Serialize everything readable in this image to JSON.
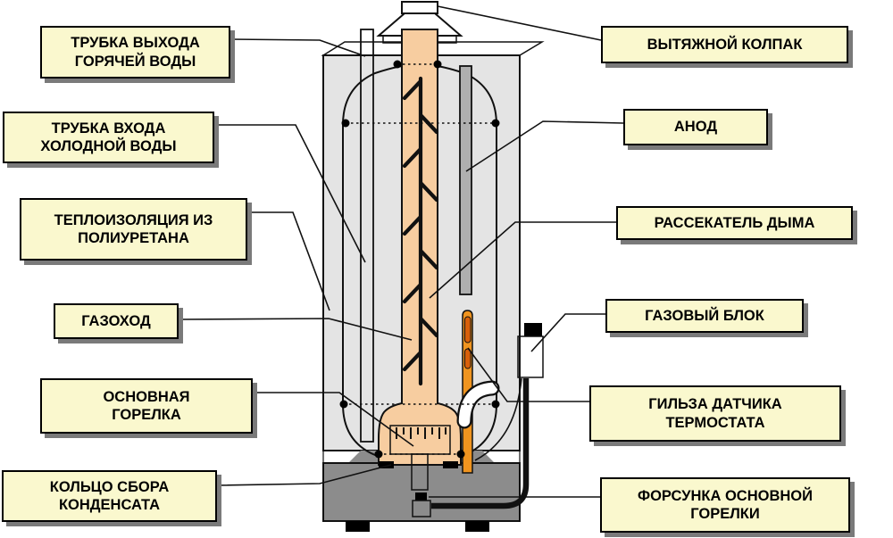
{
  "labels": {
    "hot_water_outlet": "ТРУБКА ВЫХОДА\nГОРЯЧЕЙ ВОДЫ",
    "cold_water_inlet": "ТРУБКА ВХОДА\nХОЛОДНОЙ ВОДЫ",
    "insulation": "ТЕПЛОИЗОЛЯЦИЯ ИЗ\nПОЛИУРЕТАНА",
    "flue_duct": "ГАЗОХОД",
    "main_burner": "ОСНОВНАЯ\nГОРЕЛКА",
    "condensate_ring": "КОЛЬЦО СБОРА\nКОНДЕНСАТА",
    "exhaust_hood": "ВЫТЯЖНОЙ КОЛПАК",
    "anode": "АНОД",
    "smoke_diffuser": "РАССЕКАТЕЛЬ ДЫМА",
    "gas_unit": "ГАЗОВЫЙ БЛОК",
    "thermostat_sleeve": "ГИЛЬЗА ДАТЧИКА\nТЕРМОСТАТА",
    "burner_nozzle": "ФОРСУНКА ОСНОВНОЙ\nГОРЕЛКИ"
  },
  "colors": {
    "label_bg": "#faf8ce",
    "label_border": "#000000",
    "label_shadow": "#7a7a7a",
    "casing": "#e4e4e4",
    "base": "#8c8c8c",
    "flue": "#f7cda0",
    "anode": "#afafaf",
    "thermo_tube": "#f0941f",
    "tank_top": "#ec1629",
    "tank_mid": "#9440c8",
    "tank_bottom": "#2a3fd0",
    "line": "#111111"
  }
}
